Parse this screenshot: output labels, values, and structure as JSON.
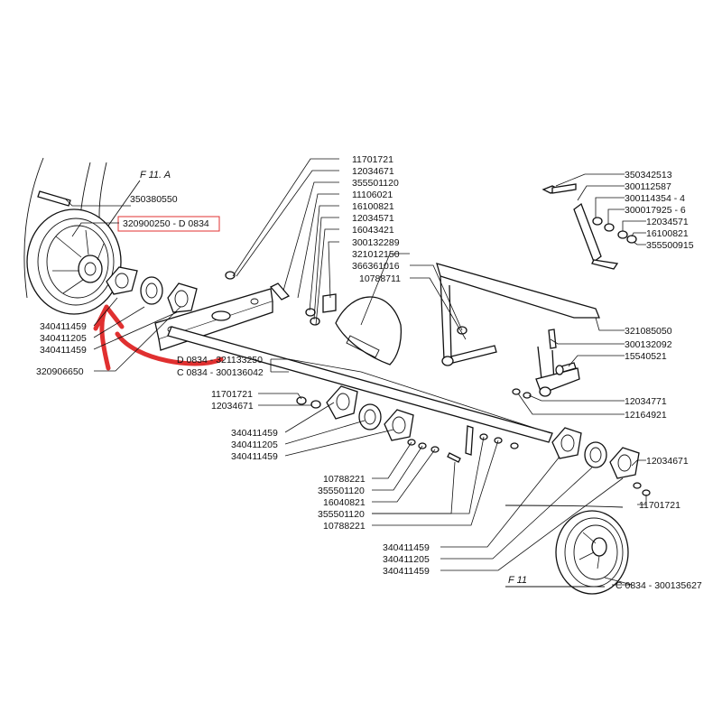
{
  "titles": {
    "upper_view": "F 11. A",
    "lower_view": "F 11"
  },
  "highlight_color": "#e03030",
  "labels": {
    "l_350380550": "350380550",
    "l_320900250": "320900250 - D 0834",
    "l_340411459_a": "340411459",
    "l_340411205_a": "340411205",
    "l_340411459_b": "340411459",
    "l_320906650": "320906650",
    "l_11701721_t": "11701721",
    "l_12034671_t": "12034671",
    "l_355501120_t": "355501120",
    "l_11106021": "11106021",
    "l_16100821_t": "16100821",
    "l_12034571_t": "12034571",
    "l_16043421": "16043421",
    "l_300132289": "300132289",
    "l_321012150": "321012150",
    "l_366361016": "366361016",
    "l_10788711": "10788711",
    "l_321133250": "D 0834 - 321133250",
    "l_300136042": "C 0834 - 300136042",
    "l_11701721_m": "11701721",
    "l_12034671_m": "12034671",
    "l_340411459_c": "340411459",
    "l_340411205_c": "340411205",
    "l_340411459_d": "340411459",
    "l_10788221_a": "10788221",
    "l_355501120_a": "355501120",
    "l_16040821": "16040821",
    "l_355501120_b": "355501120",
    "l_10788221_b": "10788221",
    "l_340411459_e": "340411459",
    "l_340411205_e": "340411205",
    "l_340411459_f": "340411459",
    "l_350342513": "350342513",
    "l_300112587": "300112587",
    "l_300114354": "300114354 - 4",
    "l_300017925": "300017925 - 6",
    "l_12034571_r": "12034571",
    "l_16100821_r": "16100821",
    "l_355500915": "355500915",
    "l_321085050": "321085050",
    "l_300132092": "300132092",
    "l_15540521": "15540521",
    "l_12034771": "12034771",
    "l_12164921": "12164921",
    "l_12034671_r": "12034671",
    "l_11701721_r": "11701721",
    "l_300135627": "C 0834 - 300135627"
  }
}
